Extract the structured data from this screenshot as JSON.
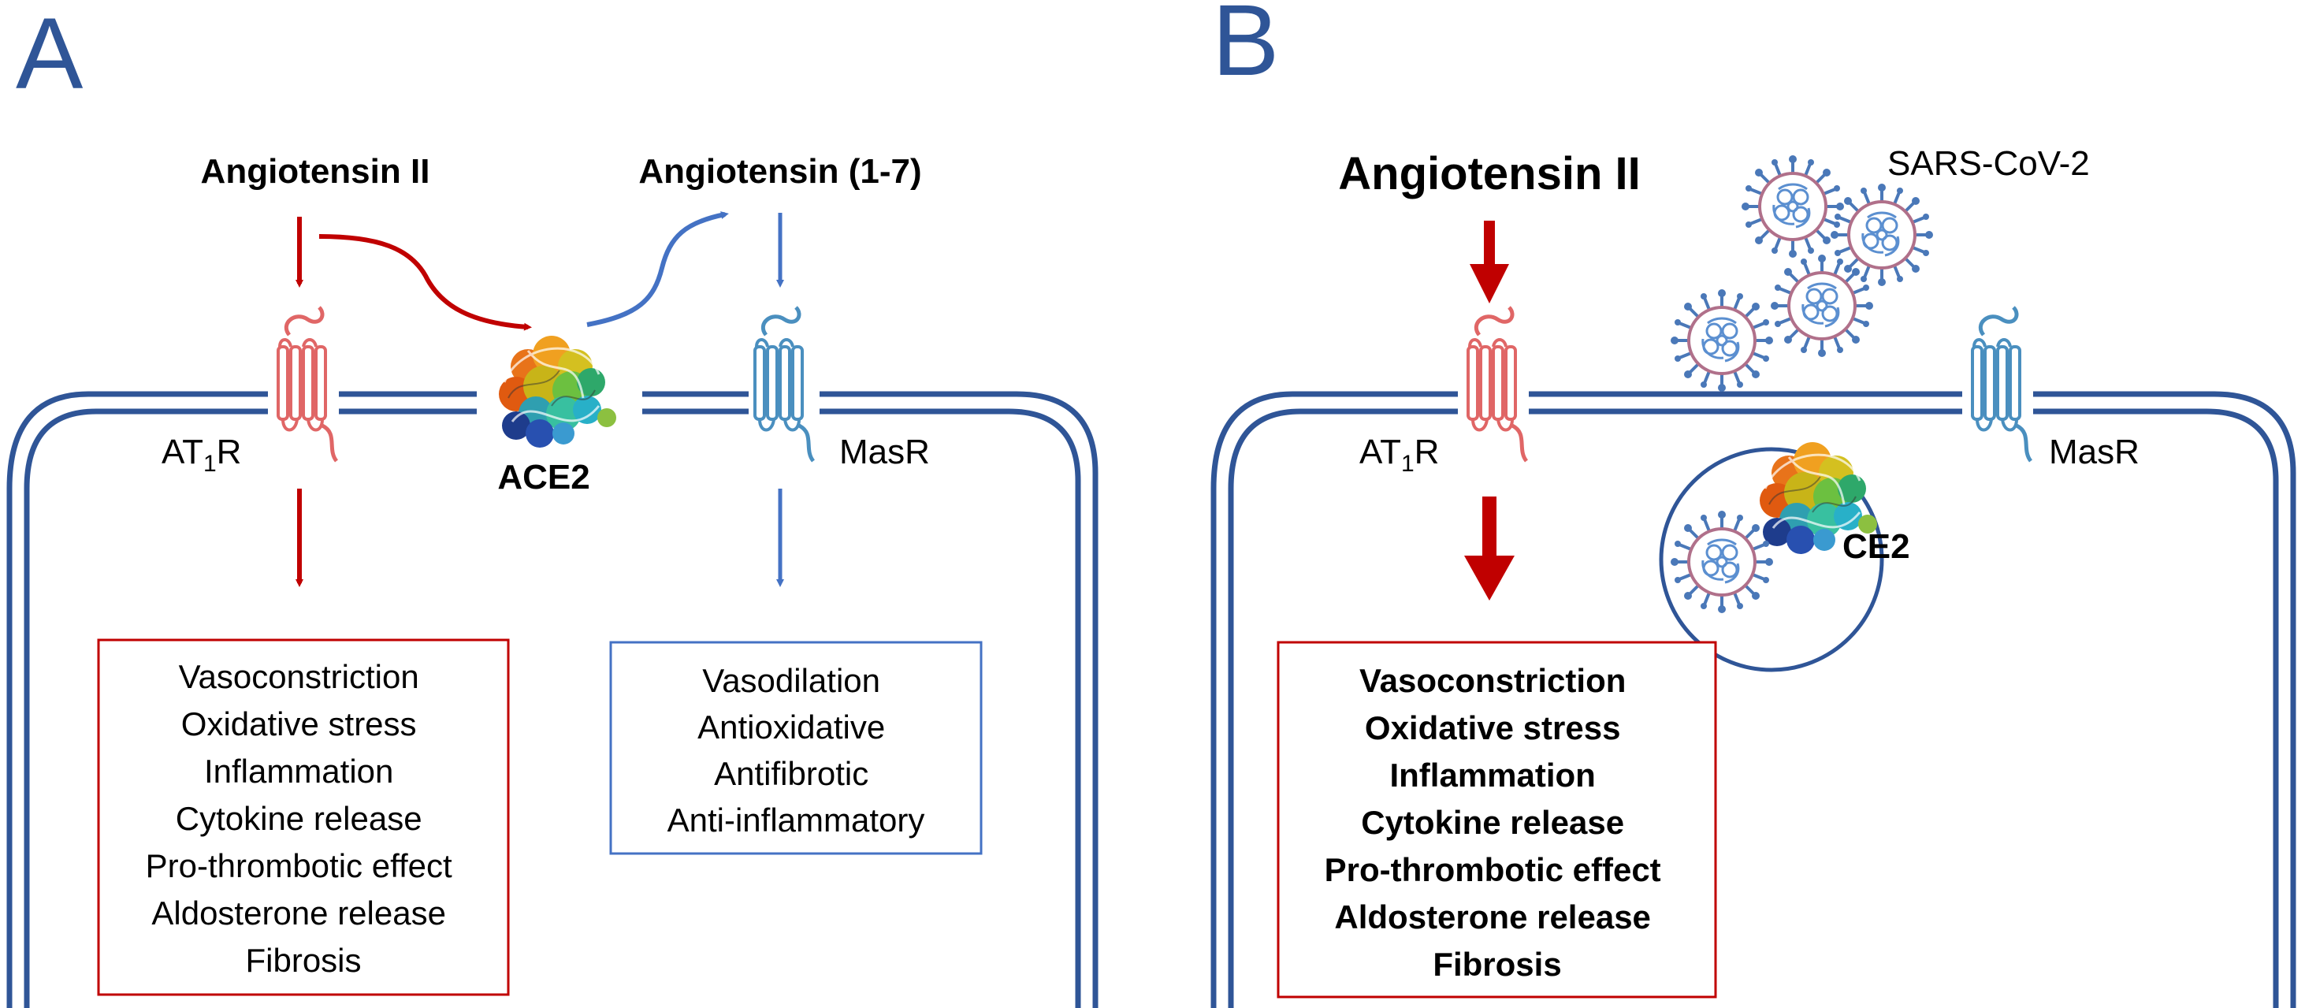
{
  "panel_a": {
    "letter": "A",
    "angiotensin_ii": "Angiotensin II",
    "angiotensin_1_7": "Angiotensin (1-7)",
    "at1r_main": "AT",
    "at1r_sub": "1",
    "at1r_end": "R",
    "ace2": "ACE2",
    "masr": "MasR",
    "harmful_effects": [
      "Vasoconstriction",
      "Oxidative stress",
      "Inflammation",
      "Cytokine release",
      "Pro-thrombotic effect",
      "Aldosterone release",
      "Fibrosis"
    ],
    "protective_effects": [
      "Vasodilation",
      "Antioxidative",
      "Antifibrotic",
      "Anti-inflammatory"
    ]
  },
  "panel_b": {
    "letter": "B",
    "angiotensin_ii": "Angiotensin II",
    "virus": "SARS-CoV-2",
    "at1r_main": "AT",
    "at1r_sub": "1",
    "at1r_end": "R",
    "ace2_partial": "CE2",
    "masr": "MasR",
    "harmful_effects": [
      "Vasoconstriction",
      "Oxidative stress",
      "Inflammation",
      "Cytokine release",
      "Pro-thrombotic effect",
      "Aldosterone release",
      "Fibrosis"
    ]
  },
  "colors": {
    "membrane": "#2f5597",
    "harmful": "#c00000",
    "protective": "#4472c4",
    "at1r_receptor": "#e06666",
    "masr_receptor": "#4a8fbf",
    "virus": "#4a78b8"
  }
}
